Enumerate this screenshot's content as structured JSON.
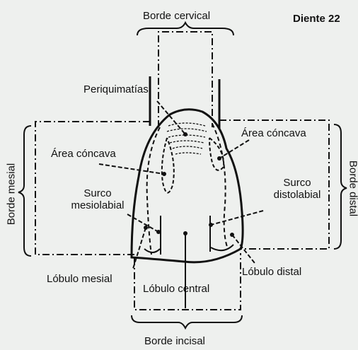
{
  "title": "Diente 22",
  "labels": {
    "borde_cervical": "Borde cervical",
    "borde_incisal": "Borde incisal",
    "borde_mesial": "Borde mesial",
    "borde_distal": "Borde distal",
    "periquimatias": "Periquimatías",
    "area_concava_left": "Área cóncava",
    "area_concava_right": "Área cóncava",
    "surco_mesiolabial": [
      "Surco",
      "mesiolabial"
    ],
    "surco_distolabial": [
      "Surco",
      "distolabial"
    ],
    "lobulo_mesial": "Lóbulo mesial",
    "lobulo_central": "Lóbulo central",
    "lobulo_distal": "Lóbulo distal"
  },
  "colors": {
    "ink": "#111111",
    "paper": "#eef0ee"
  }
}
